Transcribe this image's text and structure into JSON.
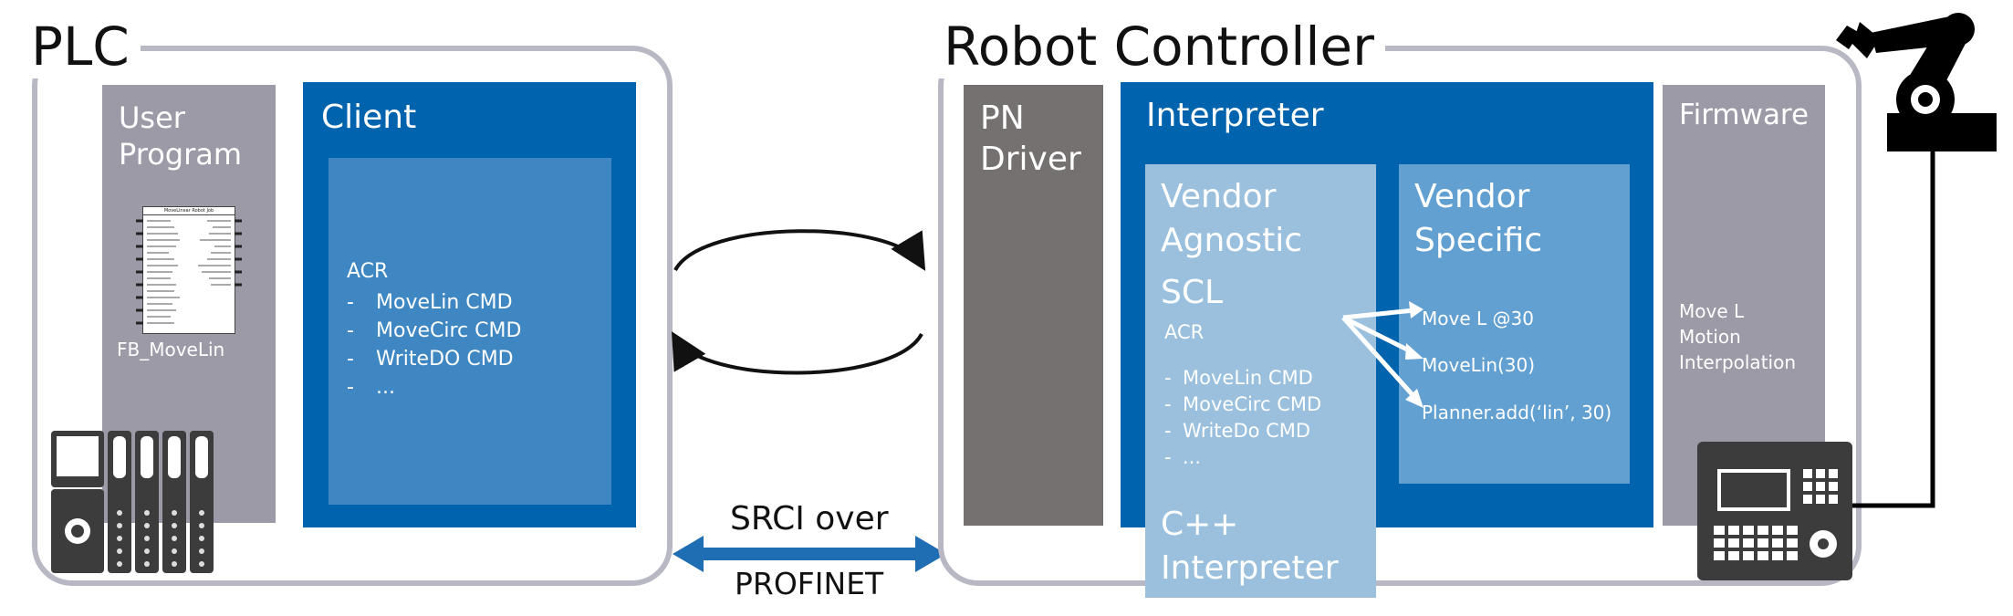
{
  "plc": {
    "title": "PLC",
    "user_program": {
      "title_line1": "User",
      "title_line2": "Program",
      "fb_name": "FB_MoveLin",
      "fb_box_header": "MoveLinear Robot Job"
    },
    "client": {
      "title": "Client",
      "acr_label": "ACR",
      "commands": [
        "MoveLin CMD",
        "MoveCirc CMD",
        "WriteDO CMD",
        "..."
      ]
    }
  },
  "link": {
    "label_line1": "SRCI over",
    "label_line2": "PROFINET"
  },
  "robot": {
    "title": "Robot Controller",
    "pn_driver": {
      "line1": "PN",
      "line2": "Driver"
    },
    "interpreter": {
      "title": "Interpreter",
      "vendor_agnostic": {
        "title_line1": "Vendor",
        "title_line2": "Agnostic",
        "scl": "SCL",
        "acr_label": "ACR",
        "commands": [
          "MoveLin CMD",
          "MoveCirc CMD",
          "WriteDo CMD",
          "..."
        ]
      },
      "vendor_specific": {
        "title_line1": "Vendor",
        "title_line2": "Specific",
        "outputs": [
          "Move L @30",
          "MoveLin(30)",
          "Planner.add(‘lin’, 30)"
        ]
      },
      "cpp": {
        "line1": "C++",
        "line2": "Interpreter"
      }
    },
    "firmware": {
      "title": "Firmware",
      "lines": [
        "Move L",
        "Motion",
        "Interpolation"
      ]
    }
  },
  "colors": {
    "frame": "#b8b8c4",
    "gray_block": "#9b9aa6",
    "dark_gray": "#767171",
    "blue_dark": "#0063ae",
    "blue_mid": "#3e87c2",
    "blue_light": "#9ac0de",
    "blue_specific": "#62a0d2",
    "arrow_blue": "#1f6db3",
    "icon_dark": "#3c3c3c"
  },
  "icons": [
    "plc-hardware-icon",
    "robot-arm-icon",
    "teach-pendant-icon",
    "cycle-arrows-icon",
    "double-arrow-icon"
  ]
}
